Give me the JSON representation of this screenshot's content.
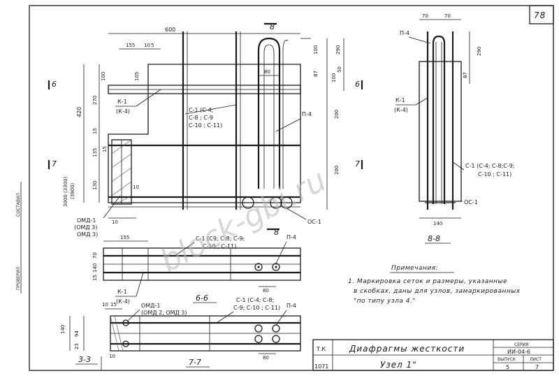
{
  "sheet_number": "78",
  "watermark": "block-gbi.ru",
  "left_margin_text": [
    "ПРОВЕРИЛ",
    "СОСТАВИЛ"
  ],
  "main_view": {
    "dims_top": [
      "600",
      "155",
      "10",
      "5",
      "100",
      "290",
      "80",
      "87",
      "100",
      "50"
    ],
    "dims_left": [
      "420",
      "270",
      "100",
      "105",
      "15",
      "135",
      "130",
      "15",
      "3000 (3300)",
      "(3900)"
    ],
    "dims_right": [
      "200",
      "200"
    ],
    "dims_bottom": [
      "10",
      "10"
    ],
    "labels": {
      "k1": "К-1",
      "k4": "(К-4)",
      "c_group": [
        "С-1 (С-4;",
        "С-8 ; С-9",
        "С-10 ; С-11)"
      ],
      "p4": "П-4",
      "omd": [
        "ОМД-1",
        "(ОМД 3)",
        "ОМД 3)"
      ],
      "oc1": "ОС-1"
    },
    "section_marks": [
      "6",
      "7",
      "6",
      "7",
      "8",
      "8"
    ]
  },
  "section_88": {
    "title": "8-8",
    "dims": [
      "70",
      "70",
      "290",
      "87",
      "140"
    ],
    "labels": {
      "p4": "П-4",
      "k1": "К-1",
      "k4": "(К-4)",
      "c_group": [
        "С-1 (С-4; С-8;С-9;",
        "С-10 ; С-11)"
      ],
      "oc1": "ОС-1"
    }
  },
  "section_66": {
    "title": "6-6",
    "dims": [
      "155",
      "140",
      "70",
      "15",
      "80"
    ],
    "labels": {
      "c_group": [
        "С-1 (С9; С-8; С-9;",
        "С-10 ; С-11)"
      ],
      "p4": "П-4",
      "k1": "К-1",
      "k4": "(К-4)"
    }
  },
  "section_77": {
    "title": "7-7",
    "dims": [
      "10",
      "15",
      "140",
      "94",
      "23",
      "10",
      "80"
    ],
    "labels": {
      "omd": [
        "ОМД-1",
        "(ОМД 2, ОМД 3)"
      ],
      "c_group": [
        "С-1 (С-4; С-8;",
        "С-9; С-10 ; С-11)"
      ],
      "p4": "П-4"
    }
  },
  "section_33": {
    "title": "3-3"
  },
  "notes": {
    "header": "Примечания:",
    "lines": [
      "1. Маркировка сеток и размеры, указанные",
      "в скобках, даны для узлов, замаркированных",
      "\"по типу узла 4.\""
    ]
  },
  "title_block": {
    "tk": "Т.К",
    "name": "Диафрагмы жесткости",
    "series_label": "СЕРИЯ",
    "series": "ИИ-04-6",
    "issue_label": "ВЫПУСК",
    "sheet_label": "ЛИСТ",
    "issue": "5",
    "sheet": "7",
    "code": "1071",
    "subtitle": "Узел 1\""
  }
}
